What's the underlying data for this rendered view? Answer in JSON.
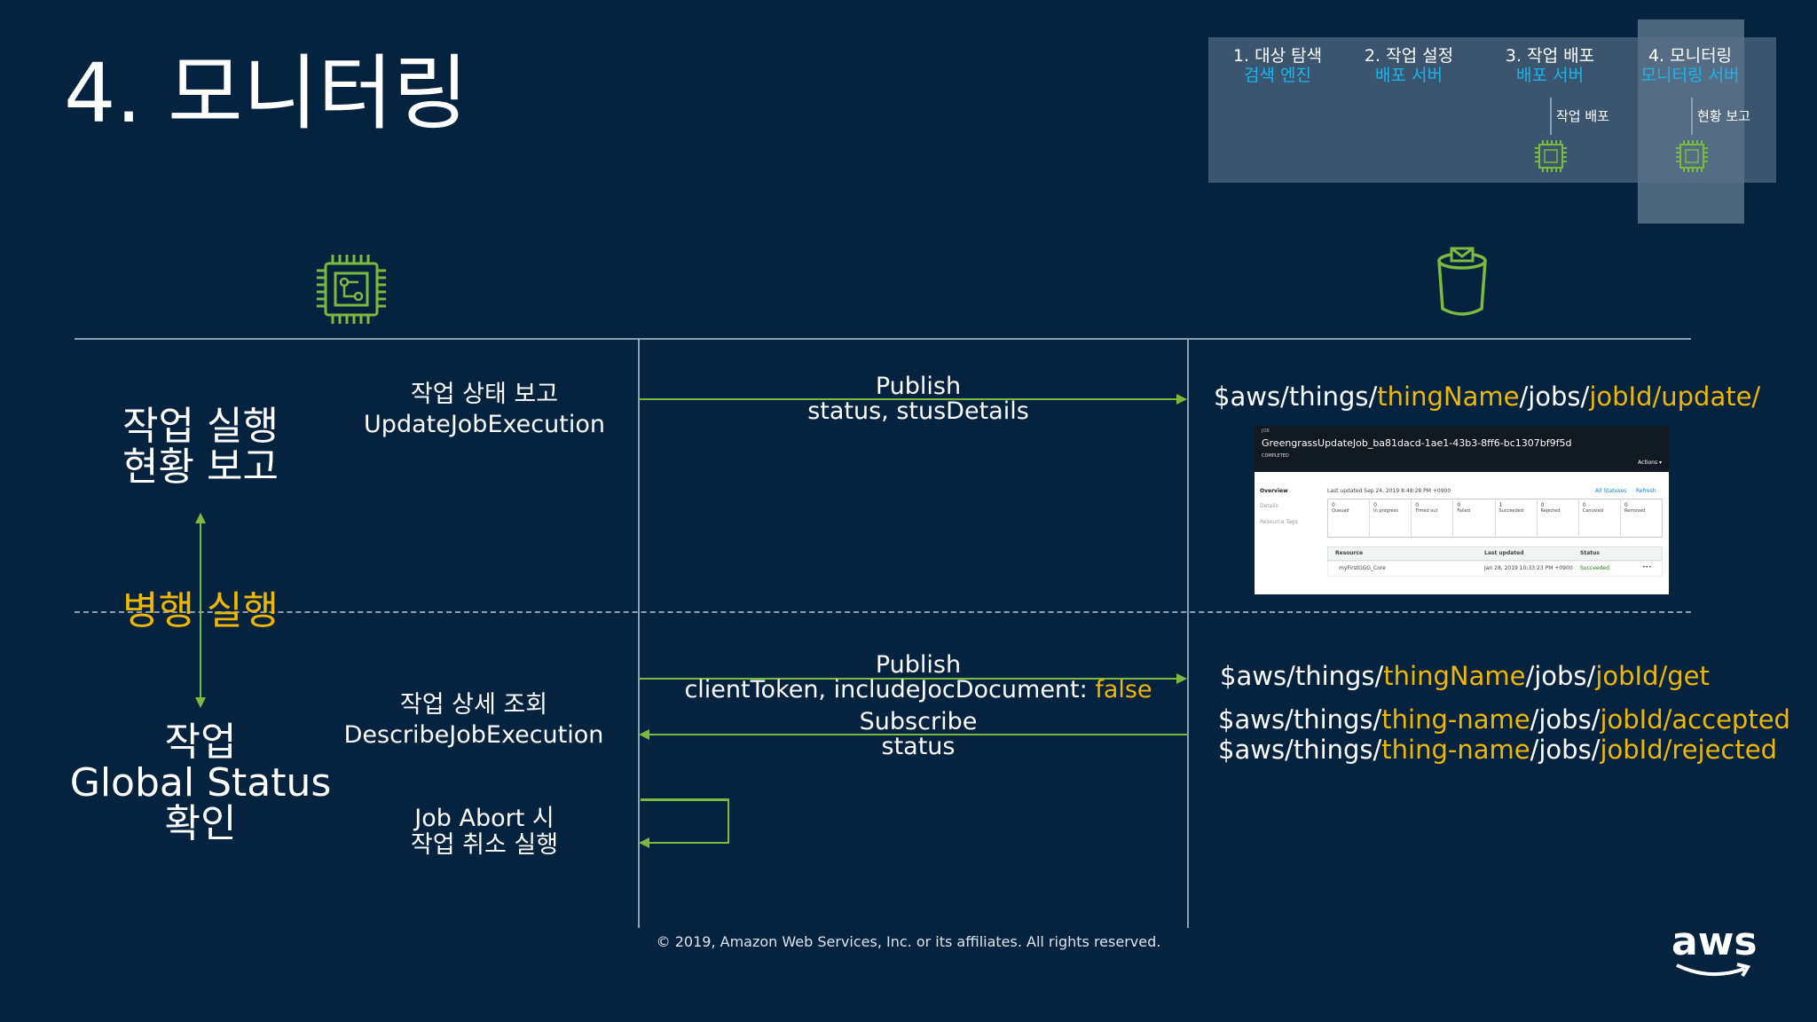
{
  "title": "4. 모니터링",
  "steps": [
    {
      "label": "1. 대상 탐색",
      "sub": "검색 엔진"
    },
    {
      "label": "2. 작업 설정",
      "sub": "배포 서버"
    },
    {
      "label": "3. 작업 배포",
      "sub": "배포 서버",
      "note": "작업 배포"
    },
    {
      "label": "4. 모니터링",
      "sub": "모니터링 서버",
      "note": "현황 보고"
    }
  ],
  "left": {
    "report_label": [
      "작업 실행",
      "현황 보고"
    ],
    "parallel_label": "병행 실행",
    "status_label": [
      "작업",
      "Global Status",
      "확인"
    ]
  },
  "middle": {
    "update_label": [
      "작업 상태 보고",
      "UpdateJobExecution"
    ],
    "describe_label": [
      "작업 상세 조회",
      "DescribeJobExecution"
    ],
    "abort_label": [
      "Job Abort 시",
      "작업 취소 실행"
    ]
  },
  "arrows": {
    "publish1": [
      "Publish",
      "status, stusDetails"
    ],
    "publish2_line1": "Publish",
    "publish2_line2_prefix": "clientToken, includeJocDocument: ",
    "publish2_line2_value": "false",
    "subscribe": [
      "Subscribe",
      "status"
    ]
  },
  "topics": {
    "update": {
      "p1": "$aws/things/",
      "p2": "thingName",
      "p3": "/jobs/",
      "p4": "jobId/update/"
    },
    "get": {
      "p1": "$aws/things/",
      "p2": "thingName",
      "p3": "/jobs/",
      "p4": "jobId/get"
    },
    "accepted": {
      "p1": "$aws/things/",
      "p2": "thing-name",
      "p3": "/jobs/",
      "p4": "jobId/accepted"
    },
    "rejected": {
      "p1": "$aws/things/",
      "p2": "thing-name",
      "p3": "/jobs/",
      "p4": "jobId/rejected"
    }
  },
  "job_screenshot": {
    "job_tag": "JOB",
    "job_name": "GreengrassUpdateJob_ba81dacd-1ae1-43b3-8ff6-bc1307bf9f5d",
    "job_state": "COMPLETED",
    "actions": "Actions",
    "nav": [
      "Overview",
      "Details",
      "Resource Tags"
    ],
    "last_updated": "Last updated Sep 24, 2019 8:48:28 PM +0900",
    "all_statuses": "All Statuses",
    "refresh": "Refresh",
    "stats": [
      {
        "count": "0",
        "label": "Queued"
      },
      {
        "count": "0",
        "label": "In progress"
      },
      {
        "count": "0",
        "label": "Timed out"
      },
      {
        "count": "0",
        "label": "Failed"
      },
      {
        "count": "1",
        "label": "Succeeded"
      },
      {
        "count": "0",
        "label": "Rejected"
      },
      {
        "count": "0",
        "label": "Canceled"
      },
      {
        "count": "0",
        "label": "Removed"
      }
    ],
    "table_headers": [
      "Resource",
      "Last updated",
      "Status"
    ],
    "row": {
      "resource": "myFirstGGG_Core",
      "updated": "Jan 28, 2019 10:33:23 PM +0900",
      "status": "Succeeded",
      "more": "•••"
    }
  },
  "copyright": "© 2019, Amazon Web Services, Inc. or its affiliates. All rights reserved.",
  "logo_text": "aws",
  "colors": {
    "background": "#05233f",
    "accent_green": "#7aba3e",
    "highlight_yellow": "#f0b700",
    "link_blue": "#19b4ef"
  },
  "icons": [
    "chip-icon",
    "server-bucket-icon"
  ]
}
